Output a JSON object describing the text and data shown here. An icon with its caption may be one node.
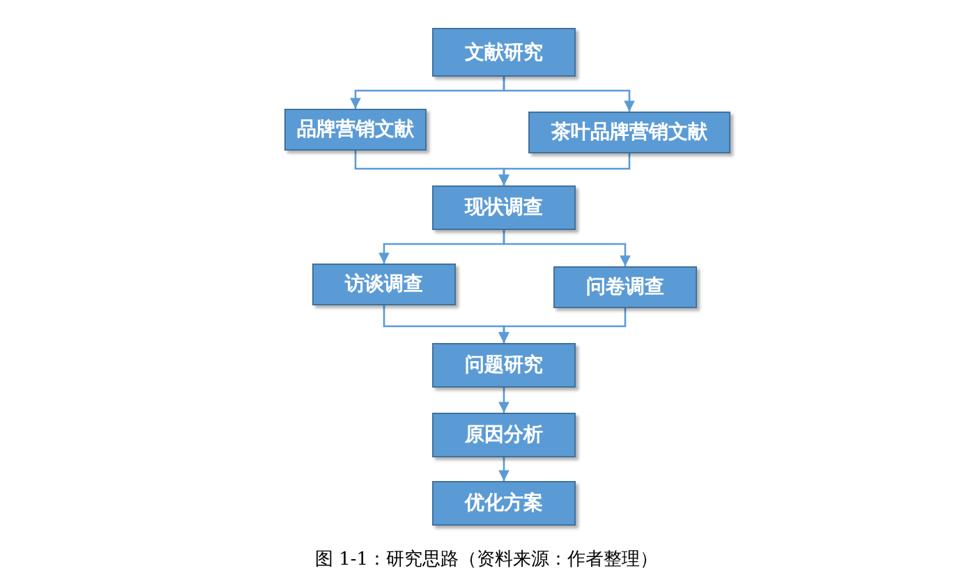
{
  "diagram": {
    "caption": "图 1-1：研究思路（资料来源：作者整理）",
    "nodes": [
      {
        "text": [
          "文献研究"
        ]
      },
      {
        "text": [
          "品牌营销文献"
        ]
      },
      {
        "text": [
          "茶叶品牌营销文献"
        ]
      },
      {
        "text": [
          "现状调查"
        ]
      },
      {
        "text": [
          "访谈调查"
        ]
      },
      {
        "text": [
          "问卷调查"
        ]
      },
      {
        "text": [
          "问题研究"
        ]
      },
      {
        "text": [
          "原因分析"
        ]
      },
      {
        "text": [
          "优化方案"
        ]
      }
    ],
    "edges": [
      {
        "from": 0,
        "to": 1,
        "arrow": "to"
      },
      {
        "from": 0,
        "to": 2,
        "arrow": "to"
      },
      {
        "from": 1,
        "to": 3,
        "arrow": "to"
      },
      {
        "from": 2,
        "to": 3,
        "arrow": "to"
      },
      {
        "from": 3,
        "to": 4,
        "arrow": "to"
      },
      {
        "from": 3,
        "to": 5,
        "arrow": "to"
      },
      {
        "from": 4,
        "to": 6,
        "arrow": "to"
      },
      {
        "from": 5,
        "to": 6,
        "arrow": "to"
      },
      {
        "from": 6,
        "to": 7,
        "arrow": "to"
      },
      {
        "from": 7,
        "to": 8,
        "arrow": "to"
      }
    ]
  }
}
